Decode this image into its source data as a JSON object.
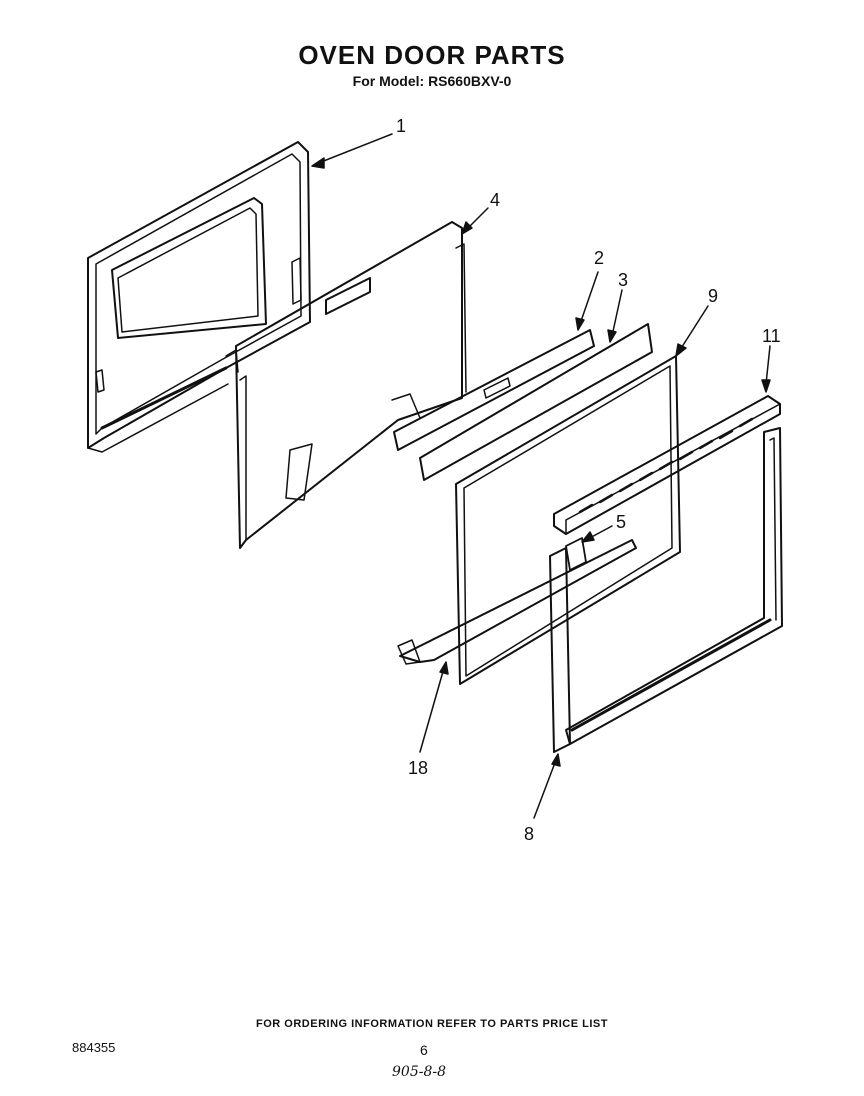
{
  "header": {
    "title": "OVEN DOOR PARTS",
    "model": "For Model: RS660BXV-0"
  },
  "callouts": {
    "c1": "1",
    "c2": "2",
    "c3": "3",
    "c4": "4",
    "c5": "5",
    "c8": "8",
    "c9": "9",
    "c11": "11",
    "c18": "18"
  },
  "footer": {
    "note": "FOR ORDERING INFORMATION REFER TO PARTS PRICE LIST",
    "doc_number": "884355",
    "page": "6",
    "code": "905-8-8"
  }
}
